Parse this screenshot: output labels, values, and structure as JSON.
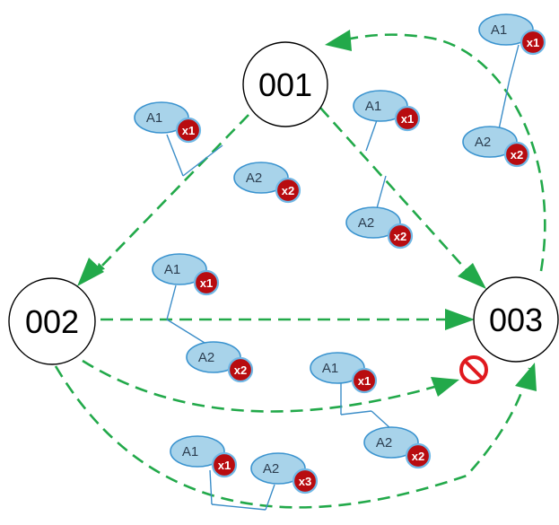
{
  "colors": {
    "edge": "#22a94a",
    "token_fill": "#a8d3ea",
    "token_stroke": "#3a93cf",
    "badge_fill": "#b80c10",
    "forbidden": "#e0191e"
  },
  "nodes": [
    {
      "id": "n001",
      "label": "001"
    },
    {
      "id": "n002",
      "label": "002"
    },
    {
      "id": "n003",
      "label": "003"
    }
  ],
  "edges": [
    {
      "from": "001",
      "to": "002",
      "blocked": false
    },
    {
      "from": "001",
      "to": "003",
      "blocked": false
    },
    {
      "from": "002",
      "to": "003",
      "blocked": false
    },
    {
      "from": "002",
      "to": "003",
      "blocked": true
    },
    {
      "from": "002",
      "to": "003",
      "blocked": false
    },
    {
      "from": "003",
      "to": "001",
      "blocked": false
    }
  ],
  "token_groups": [
    {
      "tokens": [
        {
          "label": "A1",
          "count": "x1"
        },
        {
          "label": "A2",
          "count": "x2"
        }
      ]
    },
    {
      "tokens": [
        {
          "label": "A1",
          "count": "x1"
        },
        {
          "label": "A2",
          "count": "x2"
        }
      ]
    },
    {
      "tokens": [
        {
          "label": "A1",
          "count": "x1"
        },
        {
          "label": "A2",
          "count": "x2"
        }
      ]
    },
    {
      "tokens": [
        {
          "label": "A1",
          "count": "x1"
        },
        {
          "label": "A2",
          "count": "x2"
        }
      ]
    },
    {
      "tokens": [
        {
          "label": "A1",
          "count": "x1"
        },
        {
          "label": "A2",
          "count": "x2"
        }
      ]
    },
    {
      "tokens": [
        {
          "label": "A1",
          "count": "x1"
        },
        {
          "label": "A2",
          "count": "x3"
        }
      ]
    }
  ],
  "forbidden_icon": "no-entry-icon"
}
